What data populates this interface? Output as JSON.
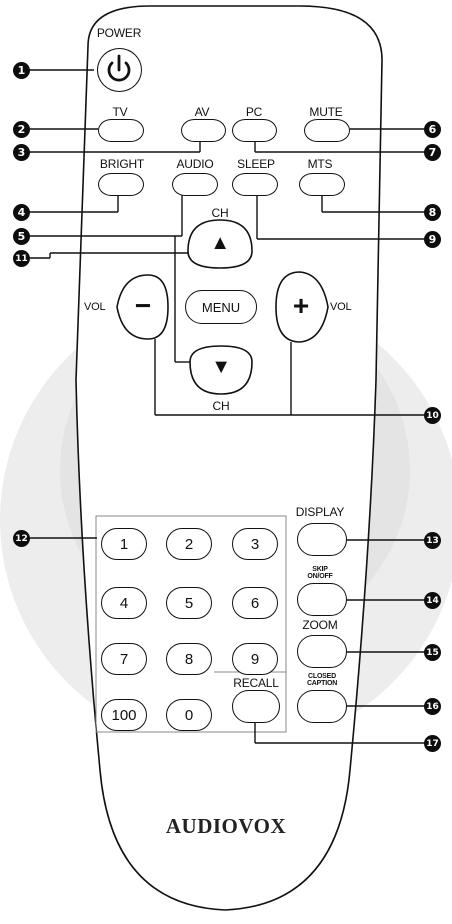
{
  "labels": {
    "power": "POWER",
    "tv": "TV",
    "av": "AV",
    "pc": "PC",
    "mute": "MUTE",
    "bright": "BRIGHT",
    "audio": "AUDIO",
    "sleep": "SLEEP",
    "mts": "MTS",
    "ch_top": "CH",
    "ch_bottom": "CH",
    "vol_left": "VOL",
    "vol_right": "VOL",
    "menu": "MENU",
    "display": "DISPLAY",
    "skip_line1": "SKIP",
    "skip_line2": "ON/OFF",
    "zoom": "ZOOM",
    "cc_line1": "CLOSED",
    "cc_line2": "CAPTION",
    "recall": "RECALL"
  },
  "symbols": {
    "vol_minus": "−",
    "vol_plus": "+",
    "ch_up": "▲",
    "ch_down": "▼",
    "power_icon": "power-icon"
  },
  "numpad": [
    "1",
    "2",
    "3",
    "4",
    "5",
    "6",
    "7",
    "8",
    "9",
    "100",
    "0"
  ],
  "callouts": [
    "1",
    "2",
    "3",
    "4",
    "5",
    "6",
    "7",
    "8",
    "9",
    "10",
    "11",
    "12",
    "13",
    "14",
    "15",
    "16",
    "17"
  ],
  "brand": "AUDIOVOX",
  "colors": {
    "outline": "#111111",
    "callout_fill": "#0d0d0d",
    "backdrop": "#e4e4e4"
  }
}
